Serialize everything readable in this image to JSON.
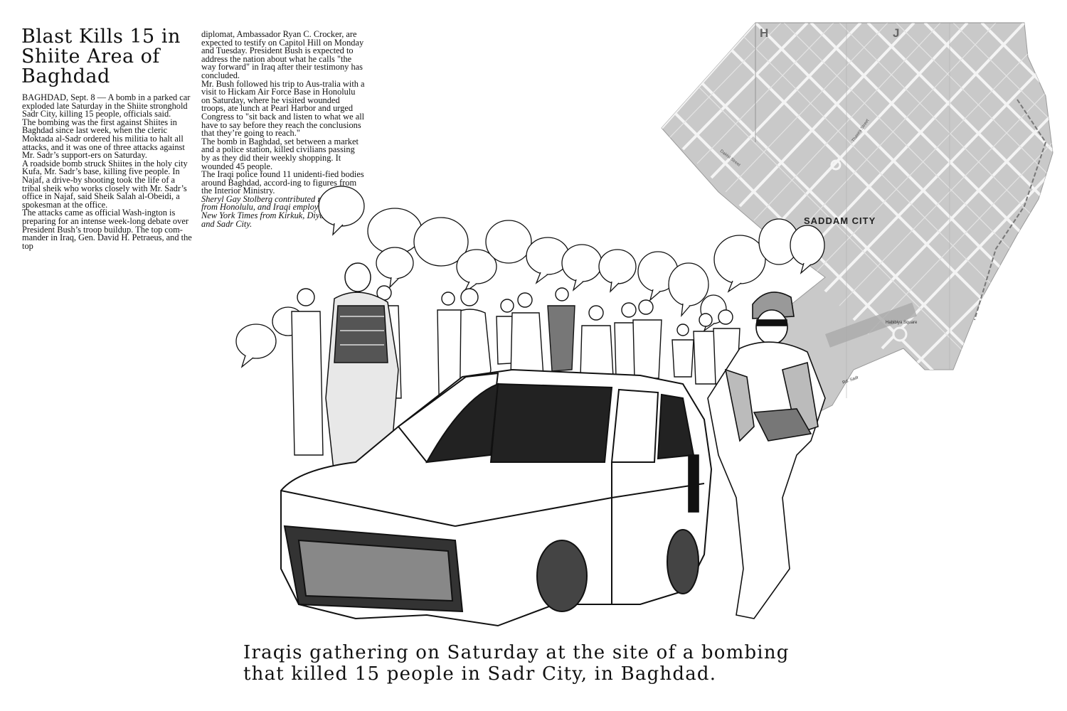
{
  "article": {
    "headline": "Blast Kills 15 in Shiite Area of Baghdad",
    "column1": [
      "BAGHDAD, Sept. 8 — A bomb in a parked car exploded late Saturday in the Shiite stronghold Sadr City, killing 15 people, officials said.",
      "The bombing was the first against Shiites in Baghdad since last week, when the cleric Moktada al-Sadr ordered his militia to halt all attacks, and it was one of three attacks against Mr. Sadr’s support-ers on Saturday.",
      "A roadside bomb struck Shiites in the holy city Kufa, Mr. Sadr’s base, killing five people. In Najaf, a drive-by shooting took the life of a tribal sheik who works closely with Mr. Sadr’s office in Najaf, said Sheik Salah al-Obeidi, a spokesman at the office.",
      "The attacks came as official Wash-ington is preparing for an intense week-long debate over President Bush’s troop buildup. The top com-mander in Iraq, Gen. David H. Petraeus, and the top"
    ],
    "column2": [
      "diplomat, Ambassador Ryan C. Crocker, are expected to testify on Capitol Hill on Monday and Tuesday. President Bush is expected to address the nation about what he calls \"the way forward\" in Iraq after their testimony has concluded.",
      "Mr. Bush followed his trip to Aus-tralia with a visit to Hickam Air Force Base in Honolulu on Saturday, where he visited wounded troops, ate lunch at Pearl Harbor and urged Congress to \"sit back and listen to what we all have to say before they reach the conclusions that they’re going to reach.\"",
      "The bomb in Baghdad, set between a market and a police station, killed civilians passing by as they did their weekly shopping. It wounded 45 people.",
      "The Iraqi police found 11 unidenti-fied bodies around Baghdad, accord-ing to figures from the Interior Ministry."
    ],
    "credit": "Sheryl Gay Stolberg contributed reporting from Honolulu, and Iraqi employees of The New York Times from Kirkuk, Diyala, Najaf and Sadr City."
  },
  "map": {
    "grid_letters": [
      "H",
      "J"
    ],
    "area_label": "SADDAM CITY",
    "street_labels": [
      "Thawra Street",
      "Dakhil Street",
      "Habibiya Square",
      "Rd. Sadr"
    ]
  },
  "caption": {
    "line1": "Iraqis gathering on Saturday at the site of a bombing",
    "line2": "that killed 15 people in Sadr City, in Baghdad."
  },
  "colors": {
    "map_fill": "#c9c9c9",
    "map_roads": "#f4f4f4",
    "ink": "#111111"
  }
}
